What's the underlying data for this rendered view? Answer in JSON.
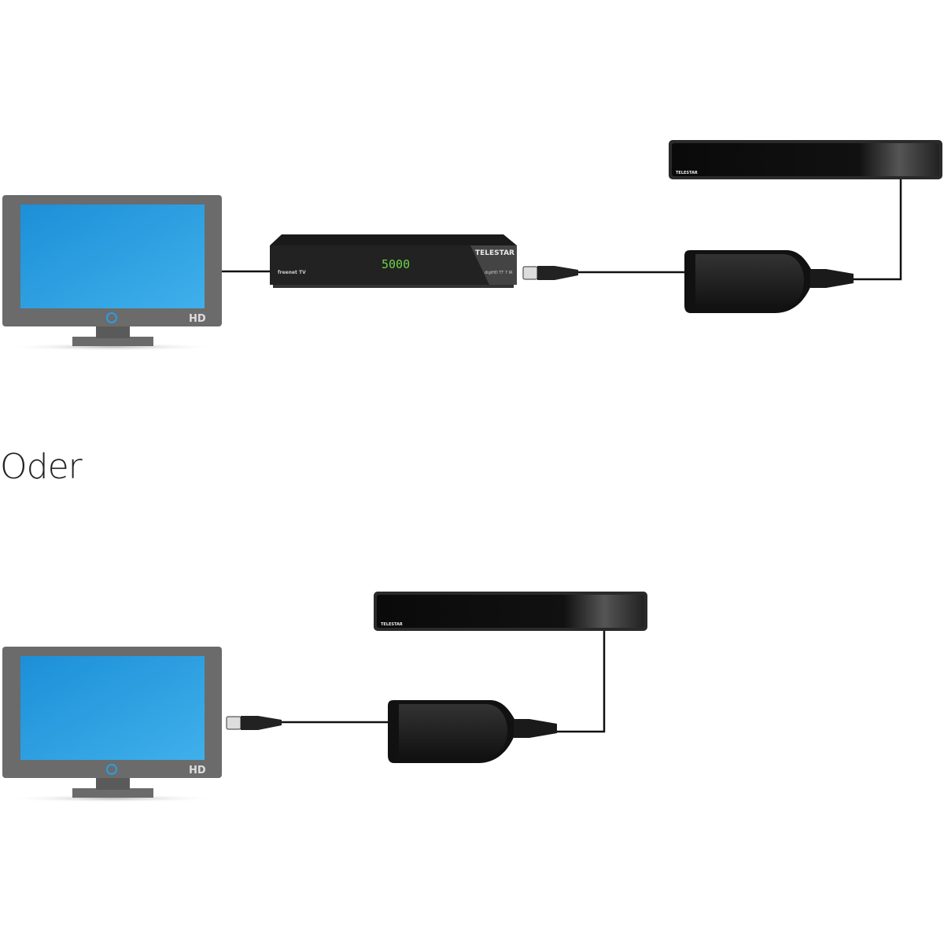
{
  "separator_text": "Oder",
  "tv": {
    "label": "HD",
    "screen_color": "#2a9ee0",
    "frame_color": "#6b6b6b"
  },
  "receiver": {
    "brand": "TELESTAR",
    "display": "5000",
    "left_label": "freenet TV",
    "model": "digiHD TT 7 IR",
    "display_color": "#6fd34a"
  },
  "antenna": {
    "brand": "TELESTAR"
  },
  "cable_color": "#111111"
}
